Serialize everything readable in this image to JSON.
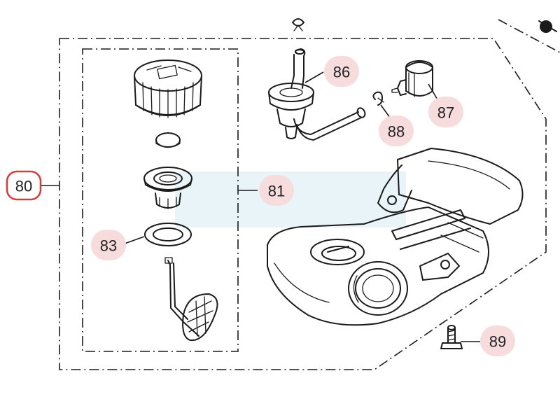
{
  "diagram": {
    "title": "Fuel tank parts diagram",
    "highlight_color": "#d93a3a",
    "badge_color": "#f6dcdc",
    "parts": [
      {
        "id": "p80",
        "number": "80",
        "name": "fuel tank assembly",
        "highlighted": true
      },
      {
        "id": "p81",
        "number": "81",
        "name": "fuel cap kit"
      },
      {
        "id": "p83",
        "number": "83",
        "name": "gasket"
      },
      {
        "id": "p86",
        "number": "86",
        "name": "fuel pipe grommet"
      },
      {
        "id": "p87",
        "number": "87",
        "name": "fuel filter"
      },
      {
        "id": "p88",
        "number": "88",
        "name": "clip"
      },
      {
        "id": "p89",
        "number": "89",
        "name": "bolt"
      }
    ]
  }
}
